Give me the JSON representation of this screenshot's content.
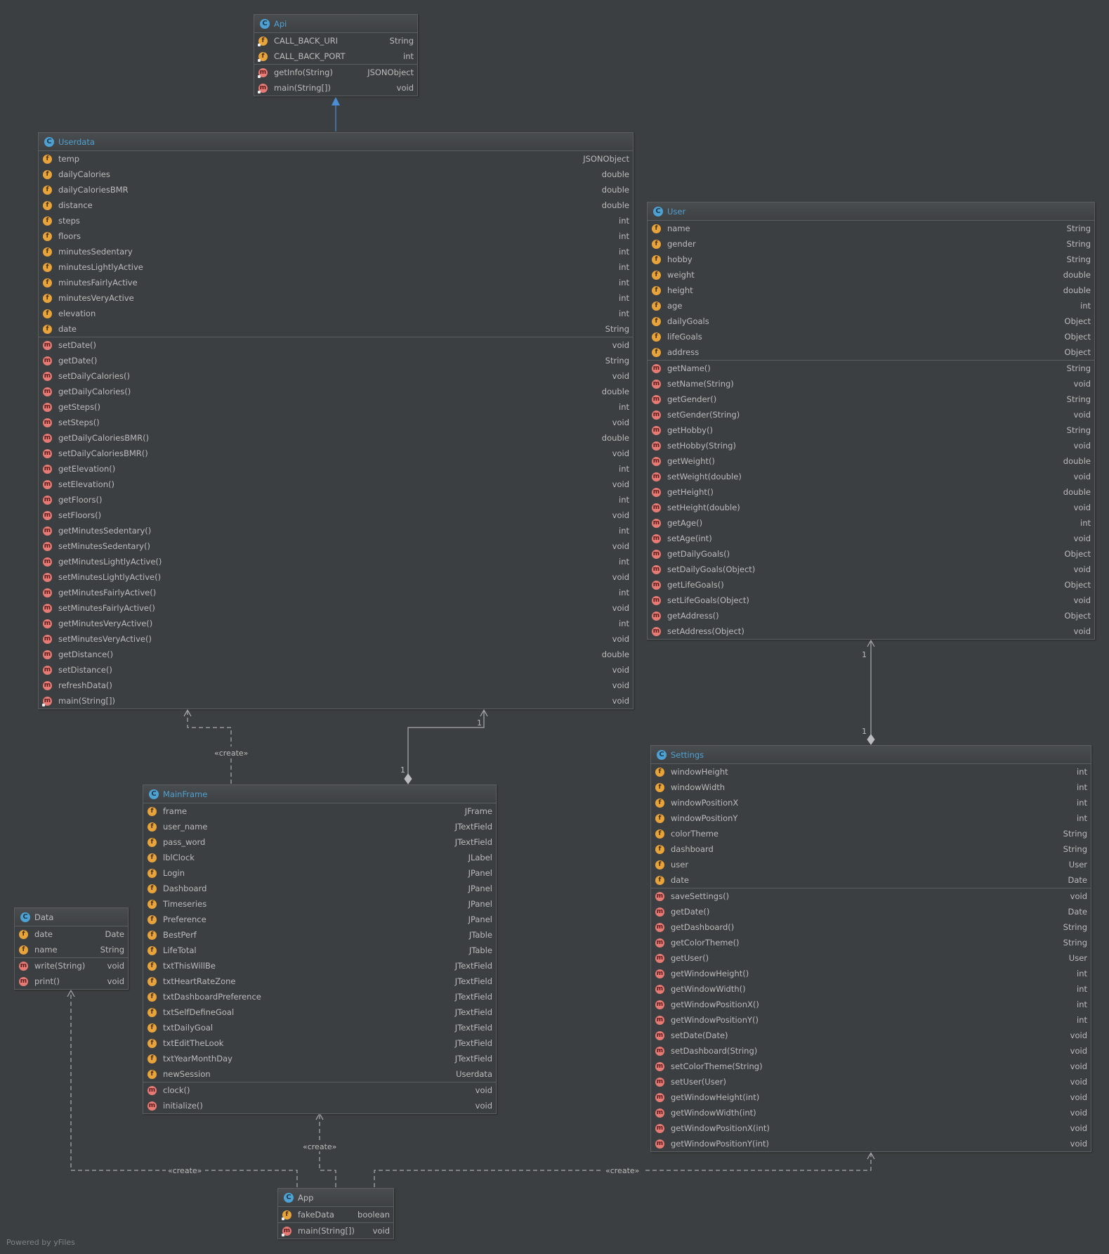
{
  "classes": {
    "api": {
      "name": "Api",
      "fields": [
        {
          "name": "CALL_BACK_URI",
          "type": "String",
          "static": true
        },
        {
          "name": "CALL_BACK_PORT",
          "type": "int",
          "static": true
        }
      ],
      "methods": [
        {
          "name": "getInfo(String)",
          "type": "JSONObject",
          "static": true
        },
        {
          "name": "main(String[])",
          "type": "void",
          "static": true
        }
      ]
    },
    "userdata": {
      "name": "Userdata",
      "fields": [
        {
          "name": "temp",
          "type": "JSONObject"
        },
        {
          "name": "dailyCalories",
          "type": "double"
        },
        {
          "name": "dailyCaloriesBMR",
          "type": "double"
        },
        {
          "name": "distance",
          "type": "double"
        },
        {
          "name": "steps",
          "type": "int"
        },
        {
          "name": "floors",
          "type": "int"
        },
        {
          "name": "minutesSedentary",
          "type": "int"
        },
        {
          "name": "minutesLightlyActive",
          "type": "int"
        },
        {
          "name": "minutesFairlyActive",
          "type": "int"
        },
        {
          "name": "minutesVeryActive",
          "type": "int"
        },
        {
          "name": "elevation",
          "type": "int"
        },
        {
          "name": "date",
          "type": "String"
        }
      ],
      "methods": [
        {
          "name": "setDate()",
          "type": "void"
        },
        {
          "name": "getDate()",
          "type": "String"
        },
        {
          "name": "setDailyCalories()",
          "type": "void"
        },
        {
          "name": "getDailyCalories()",
          "type": "double"
        },
        {
          "name": "getSteps()",
          "type": "int"
        },
        {
          "name": "setSteps()",
          "type": "void"
        },
        {
          "name": "getDailyCaloriesBMR()",
          "type": "double"
        },
        {
          "name": "setDailyCaloriesBMR()",
          "type": "void"
        },
        {
          "name": "getElevation()",
          "type": "int"
        },
        {
          "name": "setElevation()",
          "type": "void"
        },
        {
          "name": "getFloors()",
          "type": "int"
        },
        {
          "name": "setFloors()",
          "type": "void"
        },
        {
          "name": "getMinutesSedentary()",
          "type": "int"
        },
        {
          "name": "setMinutesSedentary()",
          "type": "void"
        },
        {
          "name": "getMinutesLightlyActive()",
          "type": "int"
        },
        {
          "name": "setMinutesLightlyActive()",
          "type": "void"
        },
        {
          "name": "getMinutesFairlyActive()",
          "type": "int"
        },
        {
          "name": "setMinutesFairlyActive()",
          "type": "void"
        },
        {
          "name": "getMinutesVeryActive()",
          "type": "int"
        },
        {
          "name": "setMinutesVeryActive()",
          "type": "void"
        },
        {
          "name": "getDistance()",
          "type": "double"
        },
        {
          "name": "setDistance()",
          "type": "void"
        },
        {
          "name": "refreshData()",
          "type": "void"
        },
        {
          "name": "main(String[])",
          "type": "void",
          "static": true
        }
      ]
    },
    "user": {
      "name": "User",
      "fields": [
        {
          "name": "name",
          "type": "String"
        },
        {
          "name": "gender",
          "type": "String"
        },
        {
          "name": "hobby",
          "type": "String"
        },
        {
          "name": "weight",
          "type": "double"
        },
        {
          "name": "height",
          "type": "double"
        },
        {
          "name": "age",
          "type": "int"
        },
        {
          "name": "dailyGoals",
          "type": "Object"
        },
        {
          "name": "lifeGoals",
          "type": "Object"
        },
        {
          "name": "address",
          "type": "Object"
        }
      ],
      "methods": [
        {
          "name": "getName()",
          "type": "String"
        },
        {
          "name": "setName(String)",
          "type": "void"
        },
        {
          "name": "getGender()",
          "type": "String"
        },
        {
          "name": "setGender(String)",
          "type": "void"
        },
        {
          "name": "getHobby()",
          "type": "String"
        },
        {
          "name": "setHobby(String)",
          "type": "void"
        },
        {
          "name": "getWeight()",
          "type": "double"
        },
        {
          "name": "setWeight(double)",
          "type": "void"
        },
        {
          "name": "getHeight()",
          "type": "double"
        },
        {
          "name": "setHeight(double)",
          "type": "void"
        },
        {
          "name": "getAge()",
          "type": "int"
        },
        {
          "name": "setAge(int)",
          "type": "void"
        },
        {
          "name": "getDailyGoals()",
          "type": "Object"
        },
        {
          "name": "setDailyGoals(Object)",
          "type": "void"
        },
        {
          "name": "getLifeGoals()",
          "type": "Object"
        },
        {
          "name": "setLifeGoals(Object)",
          "type": "void"
        },
        {
          "name": "getAddress()",
          "type": "Object"
        },
        {
          "name": "setAddress(Object)",
          "type": "void"
        }
      ]
    },
    "settings": {
      "name": "Settings",
      "fields": [
        {
          "name": "windowHeight",
          "type": "int"
        },
        {
          "name": "windowWidth",
          "type": "int"
        },
        {
          "name": "windowPositionX",
          "type": "int"
        },
        {
          "name": "windowPositionY",
          "type": "int"
        },
        {
          "name": "colorTheme",
          "type": "String"
        },
        {
          "name": "dashboard",
          "type": "String"
        },
        {
          "name": "user",
          "type": "User"
        },
        {
          "name": "date",
          "type": "Date"
        }
      ],
      "methods": [
        {
          "name": "saveSettings()",
          "type": "void"
        },
        {
          "name": "getDate()",
          "type": "Date"
        },
        {
          "name": "getDashboard()",
          "type": "String"
        },
        {
          "name": "getColorTheme()",
          "type": "String"
        },
        {
          "name": "getUser()",
          "type": "User"
        },
        {
          "name": "getWindowHeight()",
          "type": "int"
        },
        {
          "name": "getWindowWidth()",
          "type": "int"
        },
        {
          "name": "getWindowPositionX()",
          "type": "int"
        },
        {
          "name": "getWindowPositionY()",
          "type": "int"
        },
        {
          "name": "setDate(Date)",
          "type": "void"
        },
        {
          "name": "setDashboard(String)",
          "type": "void"
        },
        {
          "name": "setColorTheme(String)",
          "type": "void"
        },
        {
          "name": "setUser(User)",
          "type": "void"
        },
        {
          "name": "getWindowHeight(int)",
          "type": "void"
        },
        {
          "name": "getWindowWidth(int)",
          "type": "void"
        },
        {
          "name": "getWindowPositionX(int)",
          "type": "void"
        },
        {
          "name": "getWindowPositionY(int)",
          "type": "void"
        }
      ]
    },
    "mainframe": {
      "name": "MainFrame",
      "fields": [
        {
          "name": "frame",
          "type": "JFrame"
        },
        {
          "name": "user_name",
          "type": "JTextField"
        },
        {
          "name": "pass_word",
          "type": "JTextField"
        },
        {
          "name": "lblClock",
          "type": "JLabel"
        },
        {
          "name": "Login",
          "type": "JPanel"
        },
        {
          "name": "Dashboard",
          "type": "JPanel"
        },
        {
          "name": "Timeseries",
          "type": "JPanel"
        },
        {
          "name": "Preference",
          "type": "JPanel"
        },
        {
          "name": "BestPerf",
          "type": "JTable"
        },
        {
          "name": "LifeTotal",
          "type": "JTable"
        },
        {
          "name": "txtThisWillBe",
          "type": "JTextField"
        },
        {
          "name": "txtHeartRateZone",
          "type": "JTextField"
        },
        {
          "name": "txtDashboardPreference",
          "type": "JTextField"
        },
        {
          "name": "txtSelfDefineGoal",
          "type": "JTextField"
        },
        {
          "name": "txtDailyGoal",
          "type": "JTextField"
        },
        {
          "name": "txtEditTheLook",
          "type": "JTextField"
        },
        {
          "name": "txtYearMonthDay",
          "type": "JTextField"
        },
        {
          "name": "newSession",
          "type": "Userdata"
        }
      ],
      "methods": [
        {
          "name": "clock()",
          "type": "void"
        },
        {
          "name": "initialize()",
          "type": "void"
        }
      ]
    },
    "data": {
      "name": "Data",
      "fields": [
        {
          "name": "date",
          "type": "Date"
        },
        {
          "name": "name",
          "type": "String"
        }
      ],
      "methods": [
        {
          "name": "write(String)",
          "type": "void"
        },
        {
          "name": "print()",
          "type": "void"
        }
      ]
    },
    "app": {
      "name": "App",
      "fields": [
        {
          "name": "fakeData",
          "type": "boolean",
          "static": true
        }
      ],
      "methods": [
        {
          "name": "main(String[])",
          "type": "void",
          "static": true
        }
      ]
    }
  },
  "edges": [
    {
      "kind": "inheritance",
      "from": "userdata",
      "to": "api"
    },
    {
      "kind": "create",
      "from": "mainframe",
      "to": "userdata",
      "label": "«create»"
    },
    {
      "kind": "composition",
      "from": "mainframe",
      "to": "userdata",
      "from_mult": "1",
      "to_mult": "1"
    },
    {
      "kind": "composition",
      "from": "settings",
      "to": "user",
      "from_mult": "1",
      "to_mult": "1"
    },
    {
      "kind": "create",
      "from": "app",
      "to": "mainframe",
      "label": "«create»"
    },
    {
      "kind": "create",
      "from": "app",
      "to": "data",
      "label": "«create»"
    },
    {
      "kind": "create",
      "from": "app",
      "to": "settings",
      "label": "«create»"
    }
  ],
  "footer": "Powered by yFiles",
  "colors": {
    "background": "#3c3f41",
    "class_title": "#4ea1d3",
    "field_icon": "#e8a33a",
    "method_icon": "#e67b76",
    "inheritance_arrow": "#4a8fd6",
    "edge": "#a9abad"
  }
}
